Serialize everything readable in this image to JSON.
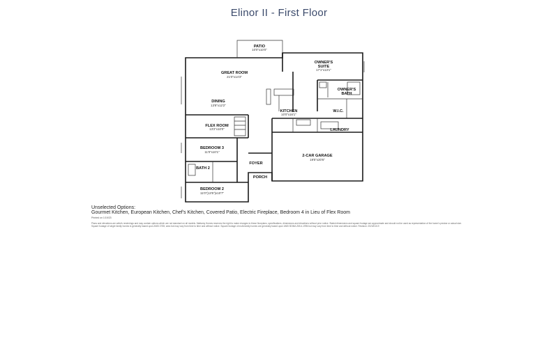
{
  "page": {
    "title": "Elinor II - First Floor"
  },
  "rooms": {
    "patio": {
      "name": "PATIO",
      "dim": "10'0\"x10'0\""
    },
    "owners_suite": {
      "name": "OWNER'S",
      "name2": "SUITE",
      "dim": "17'1\"x13'1\""
    },
    "great_room": {
      "name": "GREAT ROOM",
      "dim": "21'0\"x14'3\""
    },
    "owners_bath": {
      "name": "OWNER'S",
      "name2": "BATH"
    },
    "dining": {
      "name": "DINING",
      "dim": "13'8\"x12'2\""
    },
    "wic": {
      "name": "W.I.C."
    },
    "kitchen": {
      "name": "KITCHEN",
      "dim": "10'0\"x16'1\""
    },
    "flex_room": {
      "name": "FLEX ROOM",
      "dim": "13'2\"x10'0\""
    },
    "laundry": {
      "name": "LAUNDRY"
    },
    "bedroom3": {
      "name": "BEDROOM 3",
      "dim": "11'0\"x10'1\""
    },
    "garage": {
      "name": "2-CAR GARAGE",
      "dim": "19'5\"x20'6\""
    },
    "foyer": {
      "name": "FOYER"
    },
    "bath2": {
      "name": "BATH 2"
    },
    "porch": {
      "name": "PORCH"
    },
    "bedroom2": {
      "name": "BEDROOM 2",
      "dim": "11'0\"(13'5\")x10'7\""
    }
  },
  "options": {
    "label": "Unselected Options:",
    "text": "Gourmet Kitchen, European Kitchen, Chef's Kitchen, Covered Patio, Electric Fireplace, Bedroom 4 in Lieu of Flex Room",
    "printed": "Printed on 1/19/23",
    "disclaimer": "Plans and elevations are artist's renderings and may contain options which are not standard on all models. Mattamy Homes reserves the right to make changes to these floorplans, specifications, dimensions and elevations without prior notice. Stated dimensions and square footage are approximate and should not be used as representation of the home's precise or actual size. Square footage of single family homes is generally based upon ANSI Z765; area but may vary from time to time and without notice. Square footage of multi-family homes are generally based upon ANSI BOMA Z65.4-1996 but may vary from time to time and without notice. Revision: 2023/01/19"
  }
}
